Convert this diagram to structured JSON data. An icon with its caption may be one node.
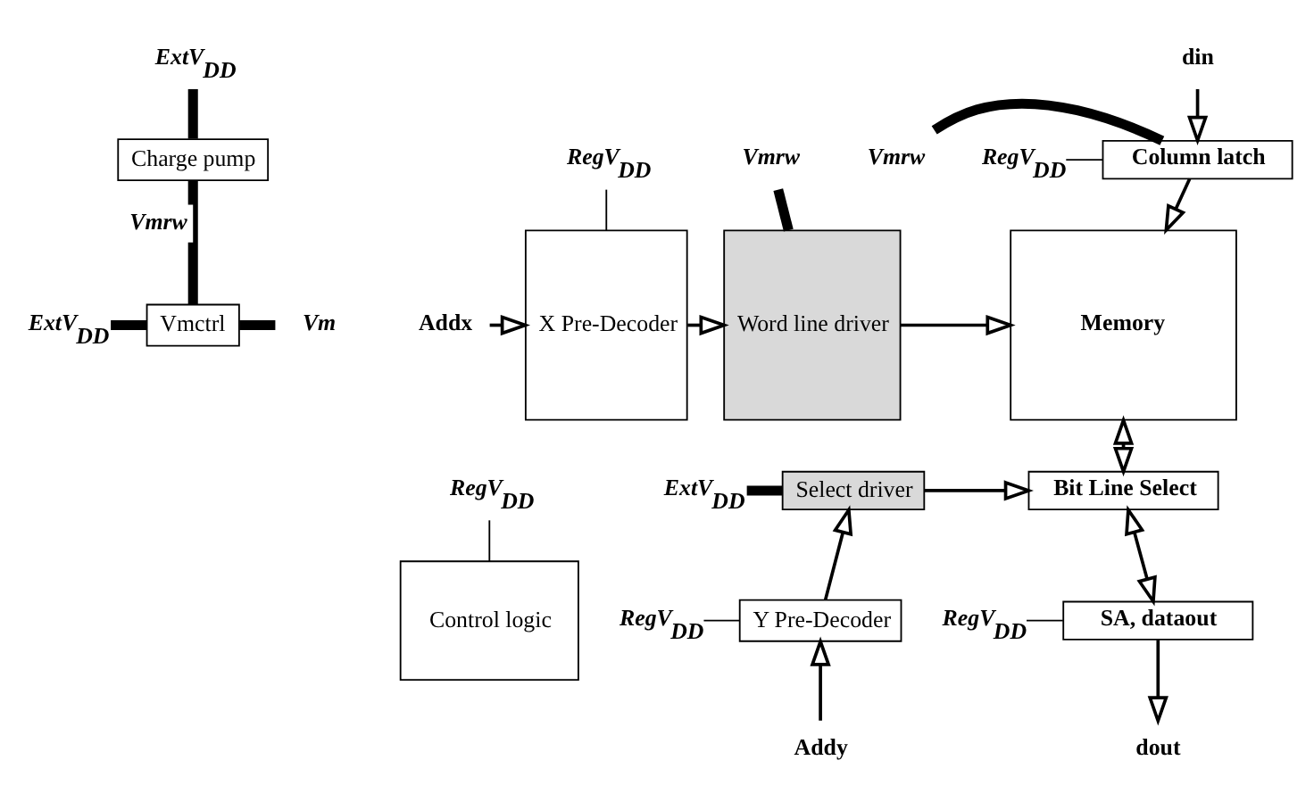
{
  "diagram": {
    "nodes": [
      {
        "text": [
          "Charge pump"
        ]
      },
      {
        "text": [
          "ExtV$_{DD}$"
        ]
      },
      {
        "text": [
          "Vmctrl"
        ]
      },
      {
        "text": [
          "ExtV$_{DD}$"
        ]
      },
      {
        "text": [
          "Vm"
        ]
      },
      {
        "text": [
          "Control logic"
        ]
      },
      {
        "text": [
          "RegV$_{DD}$"
        ]
      },
      {
        "text": [
          "din"
        ]
      },
      {
        "text": [
          "Column latch"
        ]
      },
      {
        "text": [
          "Vmrw"
        ]
      },
      {
        "text": [
          "RegV$_{DD}$"
        ]
      },
      {
        "text": [
          "Memory"
        ]
      },
      {
        "text": [
          "Word line driver"
        ]
      },
      {
        "text": [
          "Vmrw"
        ]
      },
      {
        "text": [
          "X Pre-Decoder"
        ]
      },
      {
        "text": [
          "RegV$_{DD}$"
        ]
      },
      {
        "text": [
          "Addx"
        ]
      },
      {
        "text": [
          "Bit Line Select"
        ]
      },
      {
        "text": [
          "Select driver"
        ]
      },
      {
        "text": [
          "ExtV$_{DD}$"
        ]
      },
      {
        "text": [
          "SA, dataout"
        ]
      },
      {
        "text": [
          "RegV$_{DD}$"
        ]
      },
      {
        "text": [
          "Y Pre-Decoder"
        ]
      },
      {
        "text": [
          "RegV$_{DD}$"
        ]
      },
      {
        "text": [
          "dout"
        ]
      },
      {
        "text": [
          "Addy"
        ]
      }
    ],
    "edges": [
      {
        "from": 1,
        "to": 0,
        "arrow": "none",
        "style": "thick"
      },
      {
        "from": 0,
        "to": 2,
        "arrow": "none",
        "style": "thick",
        "label": "Vmrw"
      },
      {
        "from": 3,
        "to": 2,
        "arrow": "none",
        "style": "thick"
      },
      {
        "from": 2,
        "to": 4,
        "arrow": "none",
        "style": "thick"
      },
      {
        "from": 6,
        "to": 5,
        "arrow": "none"
      },
      {
        "from": 7,
        "to": 8,
        "arrow": "to"
      },
      {
        "from": 9,
        "to": 8,
        "arrow": "none",
        "style": "thick"
      },
      {
        "from": 10,
        "to": 8,
        "arrow": "none"
      },
      {
        "from": 8,
        "to": 11,
        "arrow": "to"
      },
      {
        "from": 13,
        "to": 12,
        "arrow": "none",
        "style": "thick"
      },
      {
        "from": 15,
        "to": 14,
        "arrow": "none"
      },
      {
        "from": 16,
        "to": 14,
        "arrow": "to"
      },
      {
        "from": 14,
        "to": 12,
        "arrow": "to"
      },
      {
        "from": 12,
        "to": 11,
        "arrow": "to"
      },
      {
        "from": 11,
        "to": 17,
        "arrow": "both"
      },
      {
        "from": 17,
        "to": 20,
        "arrow": "both"
      },
      {
        "from": 19,
        "to": 18,
        "arrow": "none",
        "style": "thick"
      },
      {
        "from": 18,
        "to": 17,
        "arrow": "to"
      },
      {
        "from": 22,
        "to": 18,
        "arrow": "to"
      },
      {
        "from": 23,
        "to": 22,
        "arrow": "none"
      },
      {
        "from": 21,
        "to": 20,
        "arrow": "none"
      },
      {
        "from": 20,
        "to": 24,
        "arrow": "to"
      },
      {
        "from": 25,
        "to": 22,
        "arrow": "to"
      }
    ]
  }
}
